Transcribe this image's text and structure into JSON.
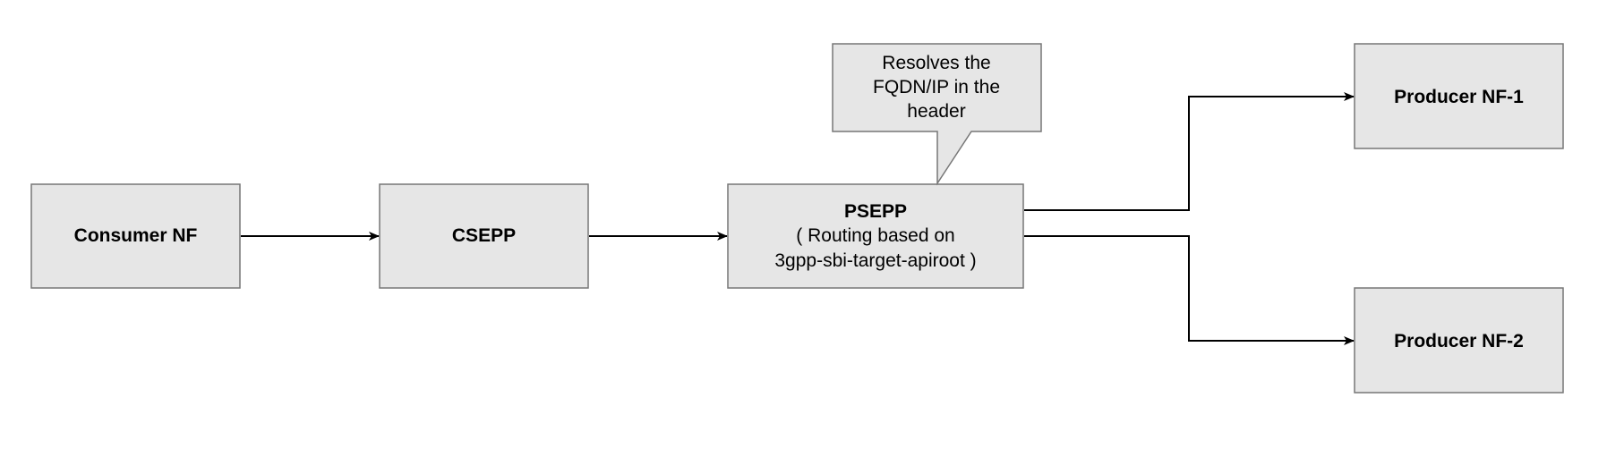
{
  "nodes": {
    "consumer_nf": {
      "label": "Consumer NF"
    },
    "csepp": {
      "label": "CSEPP"
    },
    "psepp": {
      "title": "PSEPP",
      "detail_line_1": "( Routing based on",
      "detail_line_2": "3gpp-sbi-target-apiroot )"
    },
    "producer_nf_1": {
      "label": "Producer NF-1"
    },
    "producer_nf_2": {
      "label": "Producer NF-2"
    }
  },
  "callout": {
    "line_1": "Resolves the",
    "line_2": "FQDN/IP in the",
    "line_3": "header"
  },
  "colors": {
    "box_fill": "#e6e6e6",
    "box_stroke": "#777777",
    "connector": "#000000"
  }
}
